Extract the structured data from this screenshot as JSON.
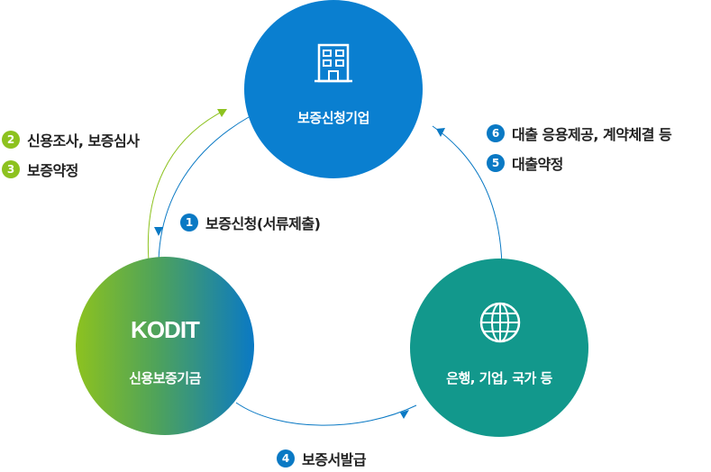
{
  "nodes": {
    "applicant": {
      "label": "보증신청기업",
      "icon": "building-icon",
      "color": "#0a7fd0"
    },
    "kodit": {
      "label": "신용보증기금",
      "logo": "KODIT",
      "icon": "kodit-logo",
      "gradient": [
        "#8dc21f",
        "#0a79c4"
      ]
    },
    "lender": {
      "label": "은행, 기업, 국가 등",
      "icon": "globe-icon",
      "color": "#12988c"
    }
  },
  "steps": [
    {
      "num": "1",
      "text": "보증신청(서류제출)",
      "color": "#0a79c4"
    },
    {
      "num": "2",
      "text": "신용조사, 보증심사",
      "color": "#8dc21f"
    },
    {
      "num": "3",
      "text": "보증약정",
      "color": "#8dc21f"
    },
    {
      "num": "4",
      "text": "보증서발급",
      "color": "#0a79c4"
    },
    {
      "num": "5",
      "text": "대출약정",
      "color": "#0a79c4"
    },
    {
      "num": "6",
      "text": "대출 응용제공, 계약체결 등",
      "color": "#0a79c4"
    }
  ]
}
